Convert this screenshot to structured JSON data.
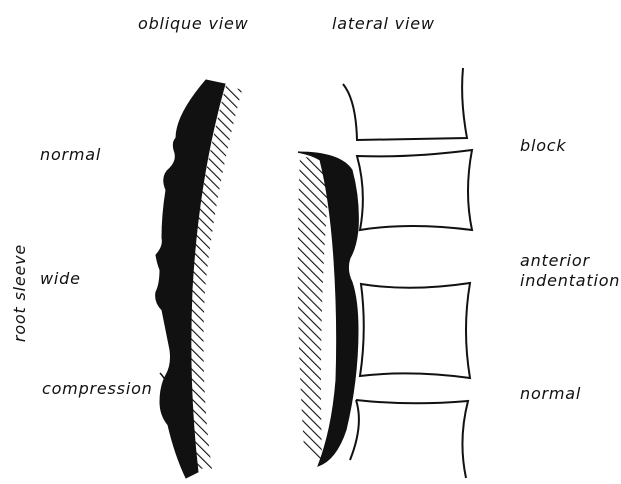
{
  "headings": {
    "oblique": "oblique view",
    "lateral": "lateral view"
  },
  "axis_label": "root sleeve",
  "left_labels": {
    "normal": "normal",
    "wide": "wide",
    "compression": "compression"
  },
  "right_labels": {
    "block": "block",
    "anterior_line1": "anterior",
    "anterior_line2": "indentation",
    "normal": "normal"
  },
  "colors": {
    "ink": "#111111",
    "background": "#ffffff"
  }
}
